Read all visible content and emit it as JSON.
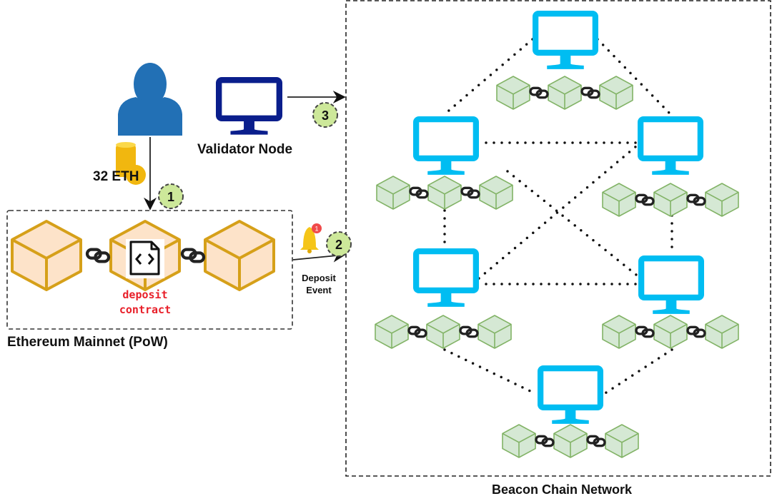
{
  "labels": {
    "stake": "32 ETH",
    "validator": "Validator Node",
    "mainnet": "Ethereum Mainnet (PoW)",
    "contract_line1": "deposit",
    "contract_line2": "contract",
    "event_line1": "Deposit",
    "event_line2": "Event",
    "beacon": "Beacon Chain Network",
    "notification_count": "1"
  },
  "steps": [
    "1",
    "2",
    "3"
  ],
  "colors": {
    "user": "#2270b5",
    "validator_monitor": "#0a1e8c",
    "beacon_monitor": "#00bdf2",
    "mainnet_block_fill": "#fde3c9",
    "mainnet_block_stroke": "#d6a019",
    "beacon_block_fill": "#d5e8d4",
    "beacon_block_stroke": "#82b366",
    "step_badge": "#cde89a",
    "contract_text": "#e8202a",
    "bell": "#f5c518"
  }
}
